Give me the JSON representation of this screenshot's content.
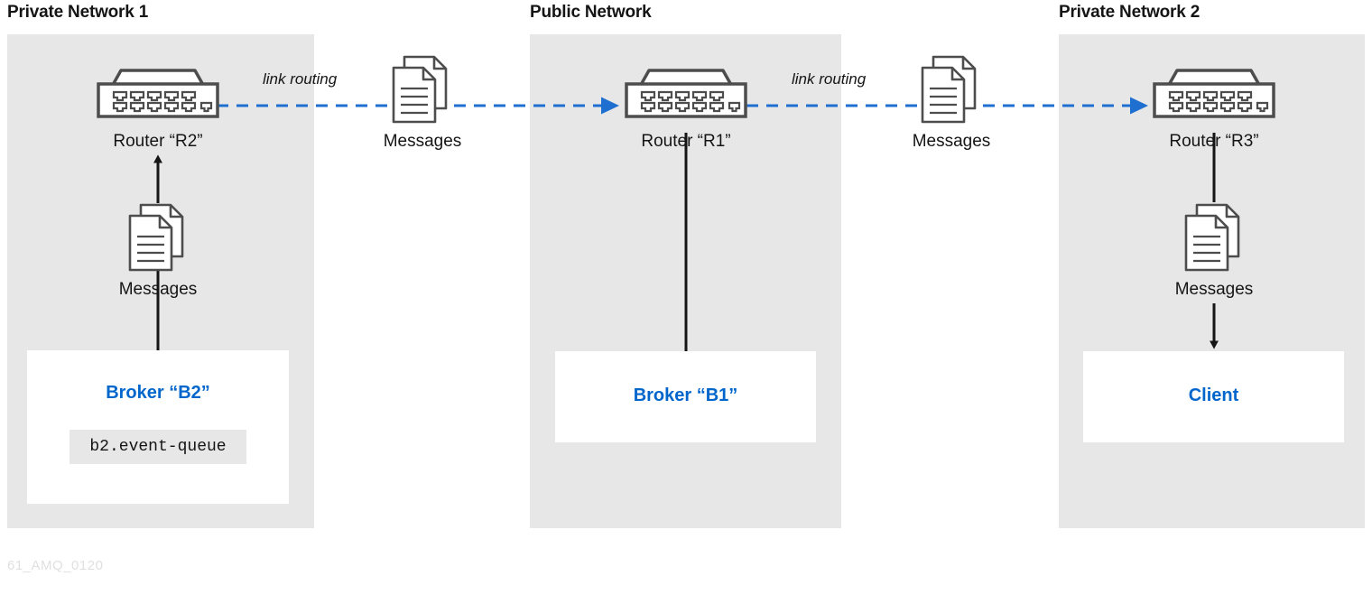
{
  "diagram": {
    "footer_code": "61_AMQ_0120",
    "colors": {
      "panel_bg": "#e7e7e7",
      "box_bg": "#ffffff",
      "accent_blue": "#0066cc",
      "link_blue": "#1f6fd0",
      "icon_stroke": "#4d4d4d",
      "text": "#151515",
      "footer_text": "#e0e0e0"
    },
    "panels": [
      {
        "id": "private-network-1",
        "title": "Private Network 1"
      },
      {
        "id": "public-network",
        "title": "Public Network"
      },
      {
        "id": "private-network-2",
        "title": "Private Network 2"
      }
    ],
    "routers": [
      {
        "id": "r2",
        "label": "Router “R2”",
        "icon": "router-icon"
      },
      {
        "id": "r1",
        "label": "Router “R1”",
        "icon": "router-icon"
      },
      {
        "id": "r3",
        "label": "Router “R3”",
        "icon": "router-icon"
      }
    ],
    "messages": [
      {
        "id": "messages-b2-r2",
        "label": "Messages",
        "icon": "documents-icon"
      },
      {
        "id": "messages-r2-r1",
        "label": "Messages",
        "icon": "documents-icon"
      },
      {
        "id": "messages-r1-r3",
        "label": "Messages",
        "icon": "documents-icon"
      },
      {
        "id": "messages-r3-client",
        "label": "Messages",
        "icon": "documents-icon"
      }
    ],
    "endpoints": [
      {
        "id": "broker-b2",
        "title": "Broker “B2”",
        "queue": "b2.event-queue"
      },
      {
        "id": "broker-b1",
        "title": "Broker “B1”",
        "queue": null
      },
      {
        "id": "client",
        "title": "Client",
        "queue": null
      }
    ],
    "links": [
      {
        "id": "link-r2-r1",
        "label": "link routing",
        "style": "dashed",
        "direction": "right"
      },
      {
        "id": "link-r1-r3",
        "label": "link routing",
        "style": "dashed",
        "direction": "right"
      }
    ]
  }
}
